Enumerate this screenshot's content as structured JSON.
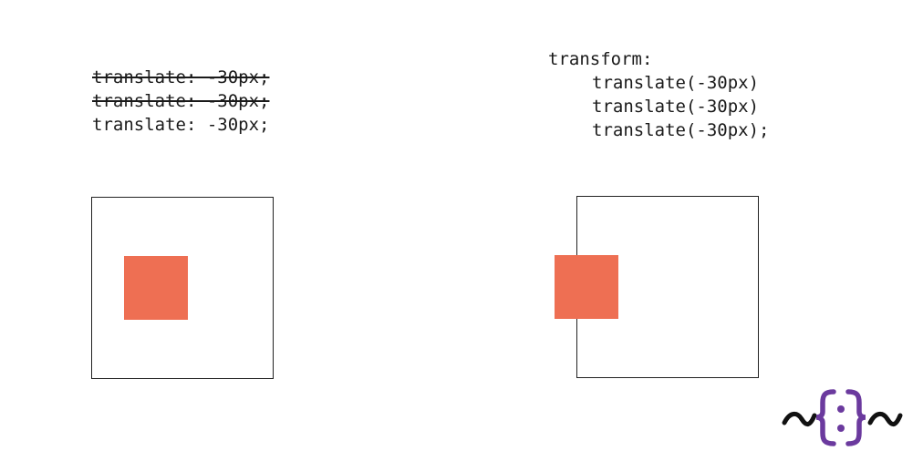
{
  "left": {
    "lines": [
      "translate: -30px;",
      "translate: -30px;",
      "translate: -30px;"
    ]
  },
  "right": {
    "lines": [
      "transform:",
      "translate(-30px)",
      "translate(-30px)",
      "translate(-30px);"
    ]
  },
  "colors": {
    "square": "#ee6f53",
    "logo_brace": "#6b3a9e",
    "logo_tilde": "#111111"
  },
  "logo": {
    "icon": "tilde-braces-logo"
  }
}
